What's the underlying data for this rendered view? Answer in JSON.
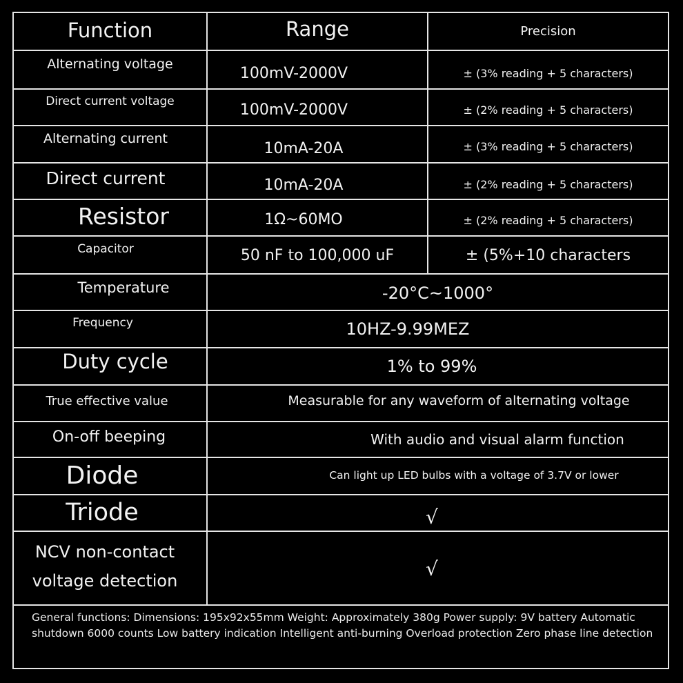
{
  "headers": {
    "function": "Function",
    "range": "Range",
    "precision": "Precision"
  },
  "rows": [
    {
      "function": "Alternating voltage",
      "range": "100mV-2000V",
      "precision": "± (3% reading + 5 characters)"
    },
    {
      "function": "Direct current voltage",
      "range": "100mV-2000V",
      "precision": "± (2% reading + 5 characters)"
    },
    {
      "function": "Alternating current",
      "range": "10mA-20A",
      "precision": "± (3% reading + 5 characters)"
    },
    {
      "function": "Direct current",
      "range": "10mA-20A",
      "precision": "± (2% reading + 5 characters)"
    },
    {
      "function": "Resistor",
      "range": "1Ω~60MO",
      "precision": "± (2% reading + 5 characters)"
    },
    {
      "function": "Capacitor",
      "range": "50 nF to 100,000 uF",
      "precision": "± (5%+10 characters"
    },
    {
      "function": "Temperature",
      "value": "-20°C~1000°"
    },
    {
      "function": "Frequency",
      "value": "10HZ-9.99MEZ"
    },
    {
      "function": "Duty cycle",
      "value": "1% to 99%"
    },
    {
      "function": "True effective value",
      "value": "Measurable for any waveform of alternating voltage"
    },
    {
      "function": "On-off beeping",
      "value": "With audio and visual alarm function"
    },
    {
      "function": "Diode",
      "value": "Can light up LED bulbs with a voltage of 3.7V or lower"
    },
    {
      "function": "Triode",
      "value": "√"
    },
    {
      "function": "NCV non-contact voltage detection",
      "function_line1": "NCV non-contact",
      "function_line2": "voltage detection",
      "value": "√"
    }
  ],
  "footer": "General functions: Dimensions: 195x92x55mm Weight: Approximately 380g Power supply: 9V battery Automatic shutdown 6000 counts Low battery indication Intelligent anti-burning Overload protection Zero phase line detection"
}
